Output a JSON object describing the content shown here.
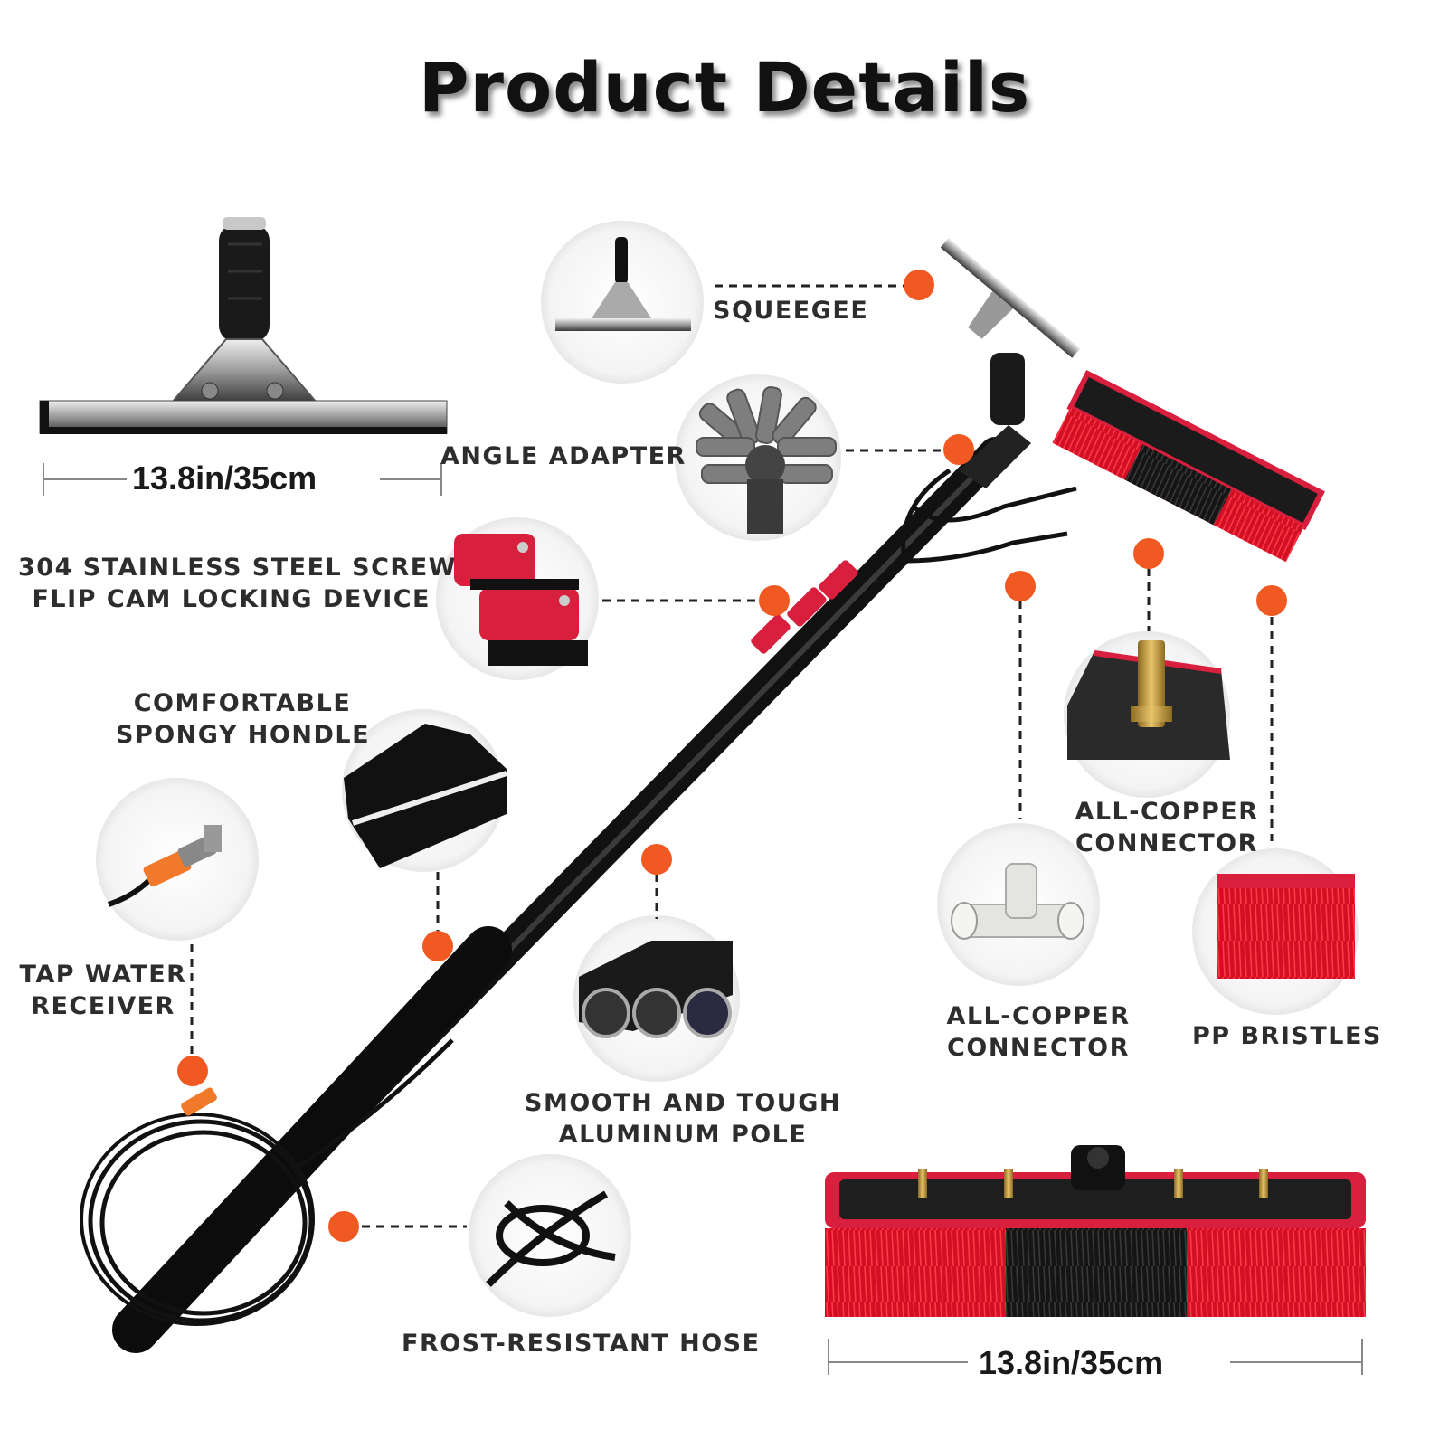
{
  "title": "Product Details",
  "colors": {
    "accent_dot": "#f05a22",
    "bristle_red": "#e0102a",
    "rubber_red": "#d81f3d",
    "pole": "#111111",
    "brass": "#c9a24a"
  },
  "dimensions": {
    "squeegee_width": "13.8in/35cm",
    "brush_width": "13.8in/35cm"
  },
  "labels": {
    "squeegee": "SQUEEGEE",
    "angle_adapter": "ANGLE ADAPTER",
    "locking_line1": "304 STAINLESS STEEL SCREW",
    "locking_line2": "FLIP CAM LOCKING DEVICE",
    "handle_line1": "COMFORTABLE",
    "handle_line2": "SPONGY HONDLE",
    "tap_line1": "TAP WATER",
    "tap_line2": "RECEIVER",
    "pole_line1": "SMOOTH AND TOUGH",
    "pole_line2": "ALUMINUM POLE",
    "hose": "FROST-RESISTANT HOSE",
    "copper_a_line1": "ALL-COPPER",
    "copper_a_line2": "CONNECTOR",
    "copper_b_line1": "ALL-COPPER",
    "copper_b_line2": "CONNECTOR",
    "bristles": "PP BRISTLES"
  },
  "icons": [
    "squeegee-icon",
    "angle-adapter-icon",
    "flip-cam-lock-icon",
    "spongy-handle-icon",
    "tap-connector-icon",
    "aluminum-tubes-icon",
    "hose-knot-icon",
    "brass-connector-icon",
    "tee-connector-icon",
    "bristles-icon",
    "brush-head-icon"
  ]
}
